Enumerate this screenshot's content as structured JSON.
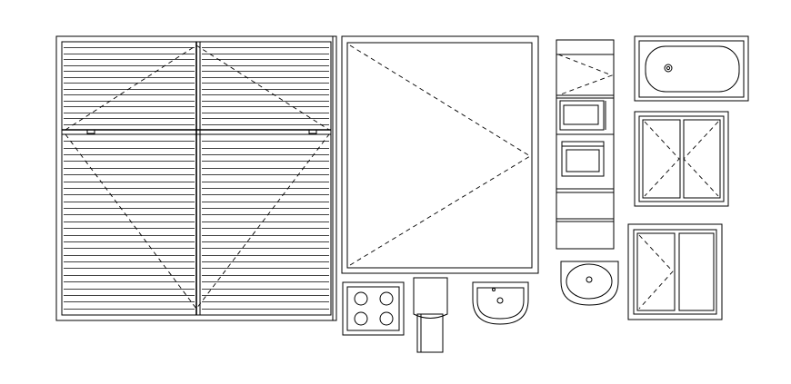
{
  "drawing": {
    "background": "#ffffff",
    "line_color": "#000000",
    "elements": [
      "louvered-double-door",
      "glazed-single-door",
      "kitchen-cabinet-elevation",
      "bathtub",
      "double-glazed-door",
      "cooktop",
      "toilet",
      "washbasin",
      "oval-washbasin",
      "casement-window"
    ],
    "louver_slats": {
      "upper_panel": 14,
      "lower_panel": 26
    }
  }
}
